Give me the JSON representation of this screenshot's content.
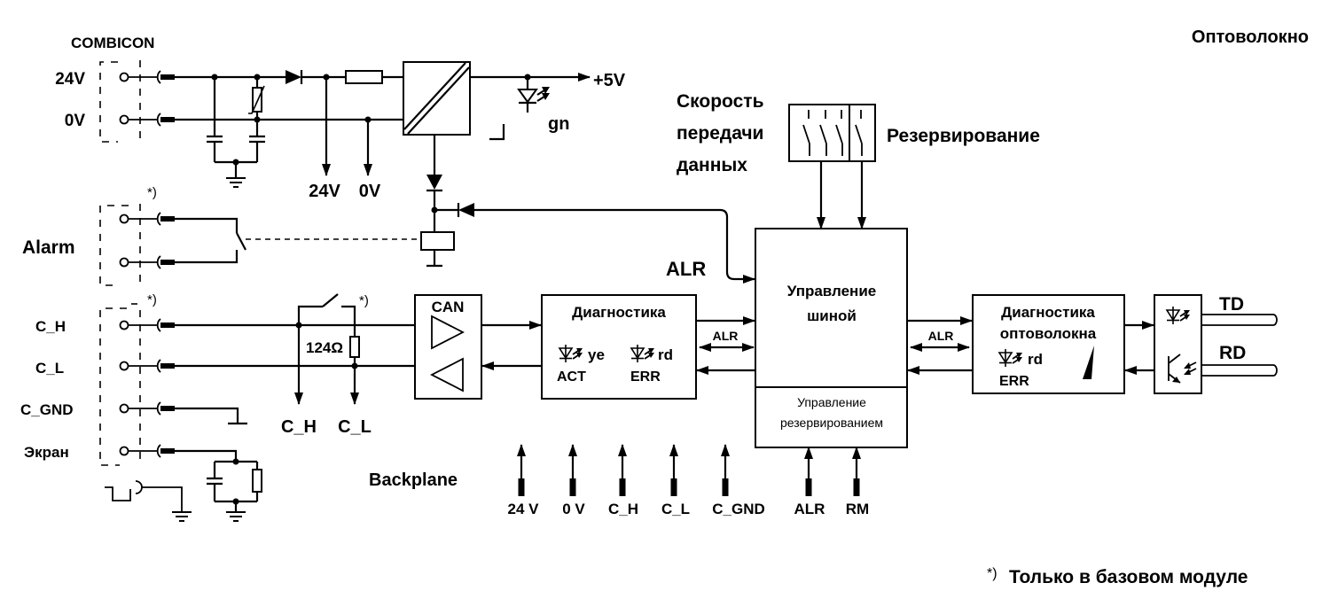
{
  "combicon": {
    "label": "COMBICON"
  },
  "header": {
    "fiber_title": "Оптоволокно"
  },
  "power": {
    "in_24v": "24V",
    "in_0v": "0V",
    "out_5v": "+5V",
    "led_gn": "gn",
    "tap_24v": "24V",
    "tap_0v": "0V"
  },
  "switches": {
    "speed_line1": "Скорость",
    "speed_line2": "передачи",
    "speed_line3": "данных",
    "redundancy": "Резервирование"
  },
  "alarm": {
    "label": "Alarm",
    "note": "*)"
  },
  "alr_signal": {
    "label": "ALR"
  },
  "bus_control": {
    "title_line1": "Управление",
    "title_line2": "шиной",
    "sub_line1": "Управление",
    "sub_line2": "резервированием"
  },
  "can": {
    "ch": "C_H",
    "cl": "C_L",
    "cgnd": "C_GND",
    "screen": "Экран",
    "note": "*)",
    "switch_note": "*)",
    "resistor": "124Ω",
    "tap_ch": "C_H",
    "tap_cl": "C_L",
    "block_label": "CAN"
  },
  "diagnostics": {
    "title": "Диагностика",
    "led_ye": "ye",
    "act": "ACT",
    "led_rd": "rd",
    "err": "ERR",
    "alr_link": "ALR"
  },
  "fiber_diagnostics": {
    "title_line1": "Диагностика",
    "title_line2": "оптоволокна",
    "led_rd": "rd",
    "err": "ERR",
    "alr_link": "ALR"
  },
  "fiber": {
    "td": "TD",
    "rd": "RD"
  },
  "backplane": {
    "label": "Backplane",
    "pins": [
      "24 V",
      "0 V",
      "C_H",
      "C_L",
      "C_GND",
      "ALR",
      "RM"
    ]
  },
  "footnote": {
    "mark": "*)",
    "text": "Только в базовом модуле"
  }
}
